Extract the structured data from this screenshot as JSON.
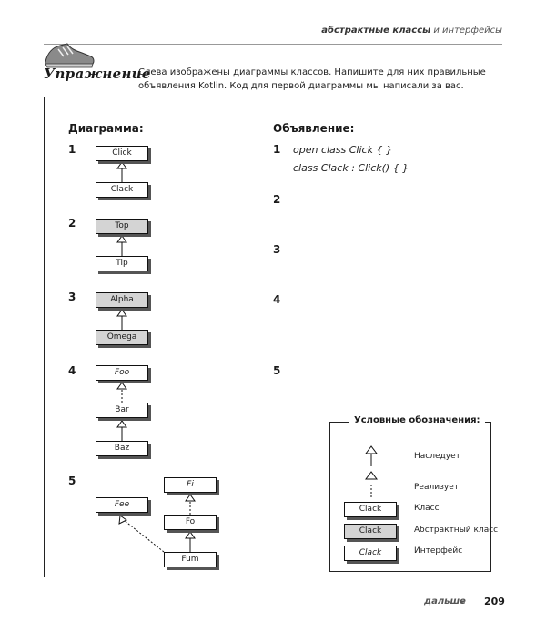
{
  "header": {
    "title_bold": "абстрактные классы",
    "title_light": " и интерфейсы"
  },
  "exercise": {
    "label": "Упражнение",
    "icon": "sneaker-icon"
  },
  "instruction": "Слева изображены диаграммы классов. Напишите для них правильные объявления Kotlin. Код для первой диаграммы мы написали за вас.",
  "columns": {
    "diagram": "Диаграмма:",
    "declaration": "Объявление:"
  },
  "diagrams": [
    {
      "number": "1",
      "boxes": [
        "Click",
        "Clack"
      ]
    },
    {
      "number": "2",
      "boxes": [
        "Top",
        "Tip"
      ]
    },
    {
      "number": "3",
      "boxes": [
        "Alpha",
        "Omega"
      ]
    },
    {
      "number": "4",
      "boxes": [
        "Foo",
        "Bar",
        "Baz"
      ]
    },
    {
      "number": "5",
      "boxes": [
        "Fi",
        "Fee",
        "Fo",
        "Fum"
      ]
    }
  ],
  "declarations": [
    {
      "number": "1",
      "lines": [
        "open class Click { }",
        "class Clack : Click() { }"
      ]
    },
    {
      "number": "2"
    },
    {
      "number": "3"
    },
    {
      "number": "4"
    },
    {
      "number": "5"
    }
  ],
  "legend": {
    "title": "Условные обозначения:",
    "inherits": "Наследует",
    "implements": "Реализует",
    "class_box": "Clack",
    "class_label": "Класс",
    "abstract_box": "Clack",
    "abstract_label": "Абстрактный класс",
    "interface_box": "Clack",
    "interface_label": "Интерфейс"
  },
  "footer": {
    "next": "дальше",
    "page": "209"
  }
}
